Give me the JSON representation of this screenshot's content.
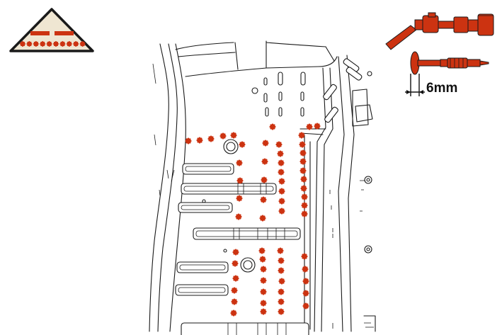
{
  "colors": {
    "accent": "#cc3311",
    "line": "#1a1a1a",
    "warning_fill": "#efe6d2"
  },
  "icons": {
    "welding_symbol": "spot-weld-warning-triangle-icon",
    "welding_tool": "plasma-torch-icon",
    "drill": "drill-bit-icon"
  },
  "dimension": {
    "label": "6mm"
  },
  "weld_rows": [
    {
      "name": "top-left-row",
      "points": [
        [
          266,
          199
        ],
        [
          282,
          198
        ],
        [
          298,
          196
        ],
        [
          315,
          192
        ],
        [
          330,
          191
        ],
        [
          342,
          204
        ]
      ]
    },
    {
      "name": "column-a",
      "points": [
        [
          338,
          230
        ],
        [
          339,
          255
        ],
        [
          338,
          280
        ],
        [
          337,
          306
        ]
      ]
    },
    {
      "name": "column-b",
      "points": [
        [
          375,
          202
        ],
        [
          374,
          228
        ],
        [
          373,
          254
        ],
        [
          372,
          282
        ],
        [
          371,
          308
        ]
      ]
    },
    {
      "name": "column-b-top",
      "points": [
        [
          385,
          179
        ]
      ]
    },
    {
      "name": "column-c",
      "points": [
        [
          394,
          204
        ],
        [
          396,
          217
        ],
        [
          397,
          230
        ],
        [
          397,
          243
        ],
        [
          398,
          256
        ],
        [
          398,
          270
        ],
        [
          398,
          284
        ],
        [
          398,
          298
        ]
      ]
    },
    {
      "name": "column-d",
      "points": [
        [
          426,
          191
        ],
        [
          427,
          204
        ],
        [
          428,
          216
        ],
        [
          428,
          228
        ],
        [
          428,
          241
        ],
        [
          429,
          253
        ],
        [
          429,
          266
        ],
        [
          430,
          278
        ],
        [
          430,
          290
        ],
        [
          430,
          302
        ]
      ]
    },
    {
      "name": "pair-right",
      "points": [
        [
          437,
          179
        ],
        [
          448,
          178
        ]
      ]
    },
    {
      "name": "lower-a",
      "points": [
        [
          333,
          356
        ],
        [
          332,
          372
        ],
        [
          333,
          393
        ],
        [
          331,
          410
        ],
        [
          331,
          426
        ],
        [
          330,
          442
        ]
      ]
    },
    {
      "name": "lower-b",
      "points": [
        [
          370,
          354
        ],
        [
          371,
          366
        ],
        [
          372,
          380
        ],
        [
          372,
          396
        ],
        [
          372,
          412
        ],
        [
          372,
          428
        ],
        [
          372,
          440
        ]
      ]
    },
    {
      "name": "lower-c",
      "points": [
        [
          396,
          354
        ],
        [
          397,
          368
        ],
        [
          397,
          382
        ],
        [
          398,
          397
        ],
        [
          397,
          412
        ],
        [
          397,
          426
        ],
        [
          397,
          440
        ]
      ]
    },
    {
      "name": "lower-d",
      "points": [
        [
          430,
          362
        ],
        [
          431,
          380
        ],
        [
          432,
          397
        ],
        [
          432,
          414
        ],
        [
          432,
          432
        ]
      ]
    }
  ]
}
